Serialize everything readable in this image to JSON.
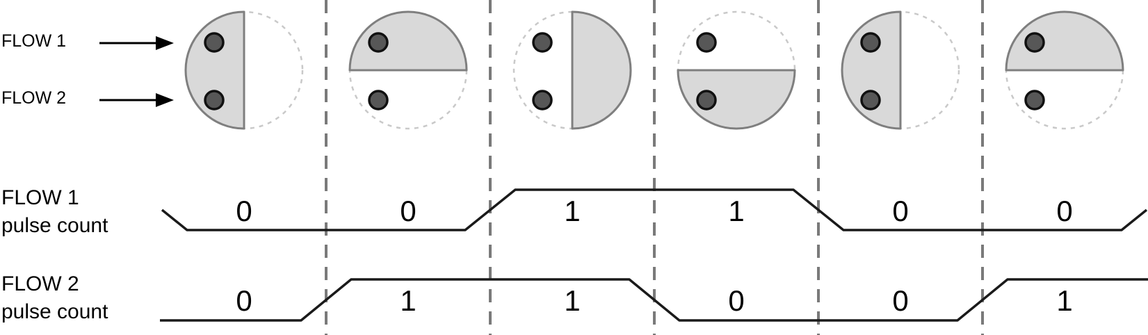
{
  "diagram": {
    "description": "Rotating half-disc flow sensor with two optical pick-ups and resulting quadrature pulse waveforms",
    "sensor_inputs": [
      {
        "label": "FLOW 1"
      },
      {
        "label": "FLOW 2"
      }
    ],
    "rotor_states": [
      "left",
      "top",
      "right",
      "bottom",
      "left",
      "top"
    ],
    "waveforms": [
      {
        "label_line1": "FLOW 1",
        "label_line2": "pulse count"
      },
      {
        "label_line1": "FLOW 2",
        "label_line2": "pulse count"
      }
    ]
  },
  "chart_data": {
    "type": "line",
    "subtype": "digital-timing-diagram",
    "title": "",
    "x": [
      1,
      2,
      3,
      4,
      5,
      6
    ],
    "series": [
      {
        "name": "FLOW 1 pulse count",
        "values": [
          0,
          0,
          1,
          1,
          0,
          0
        ]
      },
      {
        "name": "FLOW 2 pulse count",
        "values": [
          0,
          1,
          1,
          0,
          0,
          1
        ]
      }
    ],
    "rotor_half_disc_position": [
      "left",
      "top",
      "right",
      "bottom",
      "left",
      "top"
    ],
    "ylim": [
      0,
      1
    ],
    "grid": "dashed vertical phase boundaries between the six states",
    "legend_position": "left-of-each-waveform"
  },
  "colors": {
    "background": "#ffffff",
    "disc_fill": "#d9d9d9",
    "disc_stroke": "#7f7f7f",
    "ghost_circle_stroke": "#c9c9c9",
    "sensor_dot_fill": "#575757",
    "sensor_dot_stroke": "#111111",
    "phase_line": "#7a7a7a",
    "waveform": "#1a1a1a",
    "text": "#000000"
  }
}
